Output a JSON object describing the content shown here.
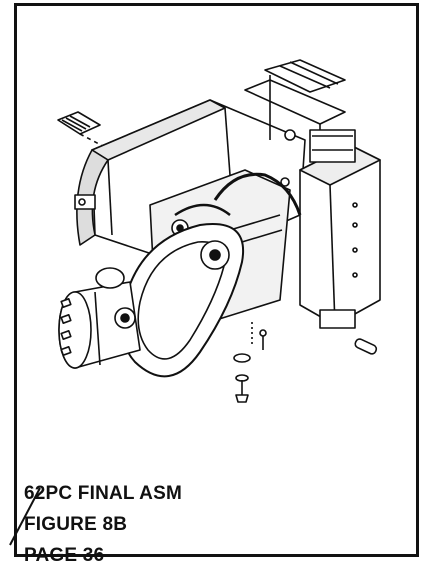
{
  "caption": {
    "line1": "62PC FINAL ASM",
    "line2": "FIGURE 8B",
    "line3": "PAGE 36"
  },
  "colors": {
    "ink": "#111111",
    "paper": "#ffffff",
    "shade": "#444444"
  }
}
